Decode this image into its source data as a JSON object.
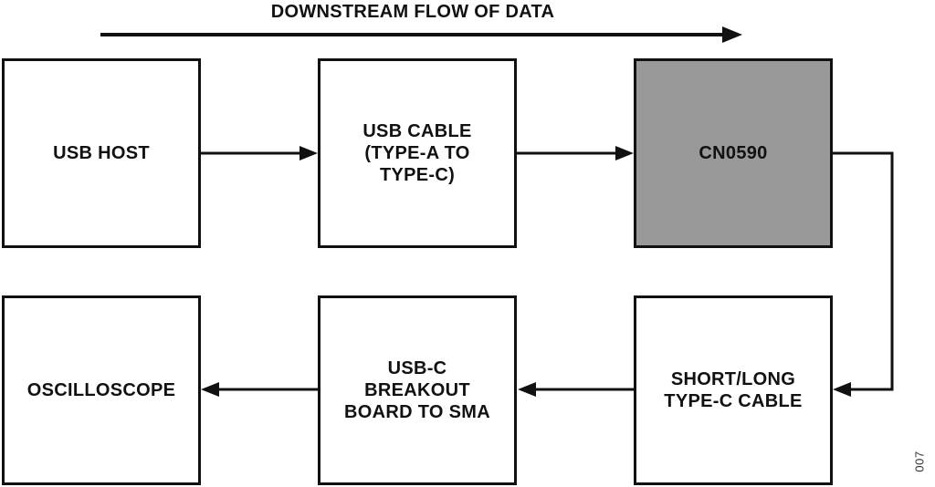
{
  "title": "DOWNSTREAM FLOW OF DATA",
  "figure_code": "007",
  "colors": {
    "line": "#111111",
    "box_border": "#111111",
    "box_fill_default": "#ffffff",
    "box_fill_highlight": "#999999",
    "text": "#111111"
  },
  "boxes": [
    {
      "id": "usb-host",
      "label": "USB HOST",
      "fill": "#ffffff"
    },
    {
      "id": "usb-cable",
      "label": "USB CABLE\n(TYPE-A TO\nTYPE-C)",
      "fill": "#ffffff"
    },
    {
      "id": "cn0590",
      "label": "CN0590",
      "fill": "#999999"
    },
    {
      "id": "oscilloscope",
      "label": "OSCILLOSCOPE",
      "fill": "#ffffff"
    },
    {
      "id": "usb-c-breakout",
      "label": "USB-C\nBREAKOUT\nBOARD TO SMA",
      "fill": "#ffffff"
    },
    {
      "id": "type-c-cable",
      "label": "SHORT/LONG\nTYPE-C CABLE",
      "fill": "#ffffff"
    }
  ],
  "connections": [
    {
      "from": "usb-host",
      "to": "usb-cable"
    },
    {
      "from": "usb-cable",
      "to": "cn0590"
    },
    {
      "from": "cn0590",
      "to": "type-c-cable"
    },
    {
      "from": "type-c-cable",
      "to": "usb-c-breakout"
    },
    {
      "from": "usb-c-breakout",
      "to": "oscilloscope"
    }
  ]
}
